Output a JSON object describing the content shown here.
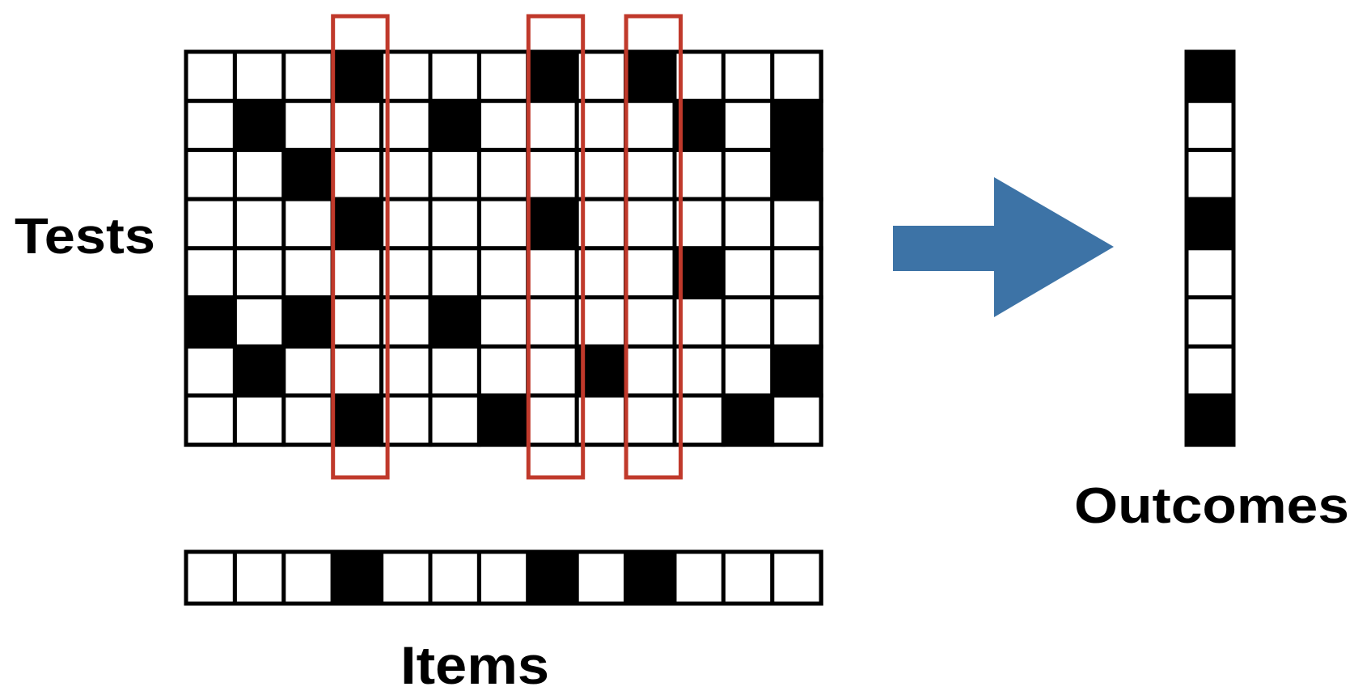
{
  "labels": {
    "tests": "Tests",
    "items": "Items",
    "outcomes": "Outcomes"
  },
  "matrix": [
    [
      0,
      0,
      0,
      1,
      0,
      0,
      0,
      1,
      0,
      1,
      0,
      0,
      0
    ],
    [
      0,
      1,
      0,
      0,
      0,
      1,
      0,
      0,
      0,
      0,
      1,
      0,
      1
    ],
    [
      0,
      0,
      1,
      0,
      0,
      0,
      0,
      0,
      0,
      0,
      0,
      0,
      1
    ],
    [
      0,
      0,
      0,
      1,
      0,
      0,
      0,
      1,
      0,
      0,
      0,
      0,
      0
    ],
    [
      0,
      0,
      0,
      0,
      0,
      0,
      0,
      0,
      0,
      0,
      1,
      0,
      0
    ],
    [
      1,
      0,
      1,
      0,
      0,
      1,
      0,
      0,
      0,
      0,
      0,
      0,
      0
    ],
    [
      0,
      1,
      0,
      0,
      0,
      0,
      0,
      0,
      1,
      0,
      0,
      0,
      1
    ],
    [
      0,
      0,
      0,
      1,
      0,
      0,
      1,
      0,
      0,
      0,
      0,
      1,
      0
    ]
  ],
  "items": [
    0,
    0,
    0,
    1,
    0,
    0,
    0,
    1,
    0,
    1,
    0,
    0,
    0
  ],
  "outcomes": [
    1,
    0,
    0,
    1,
    0,
    0,
    0,
    1
  ],
  "highlighted_columns": [
    3,
    7,
    9
  ],
  "colors": {
    "filled": "#000000",
    "empty": "#ffffff",
    "grid": "#000000",
    "highlight": "#c0392b",
    "arrow": "#3d73a6"
  }
}
